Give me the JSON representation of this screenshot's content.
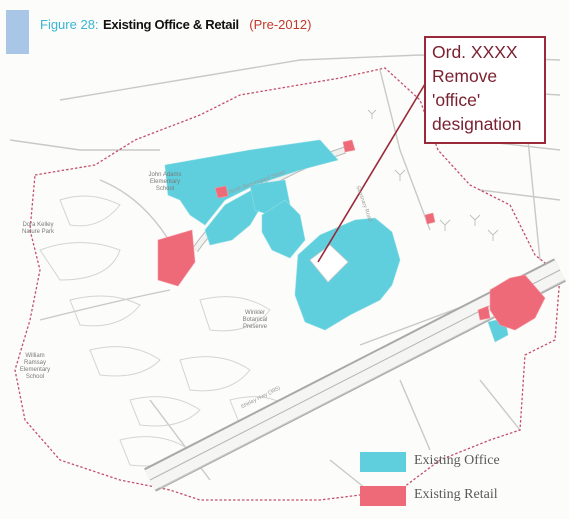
{
  "figure": {
    "number": "Figure 28:",
    "title": "Existing Office & Retail",
    "date": "(Pre-2012)"
  },
  "callout": {
    "lines": [
      "Ord. XXXX",
      "Remove",
      "'office'",
      "designation"
    ],
    "color": "#9a2a3a"
  },
  "places": {
    "adams_school": "John Adams\nElementary\nSchool",
    "kelley_park": "Dora Kelley\nNature Park",
    "winkler_preserve": "Winkler\nBotanical\nPreserve",
    "ramsay_school": "William\nRamsay\nElementary\nSchool"
  },
  "streets": {
    "reynolds": "North Beauregard Street",
    "seminary": "Seminary Road",
    "shirley": "Shirley Hwy (395)"
  },
  "legend": {
    "office": {
      "label": "Existing Office",
      "color": "#5fcfdd"
    },
    "retail": {
      "label": "Existing Retail",
      "color": "#ef6a78"
    }
  },
  "colors": {
    "office": "#5fcfdd",
    "retail": "#ef6a78",
    "boundary": "#c4506a",
    "road": "#bfbfbf"
  }
}
